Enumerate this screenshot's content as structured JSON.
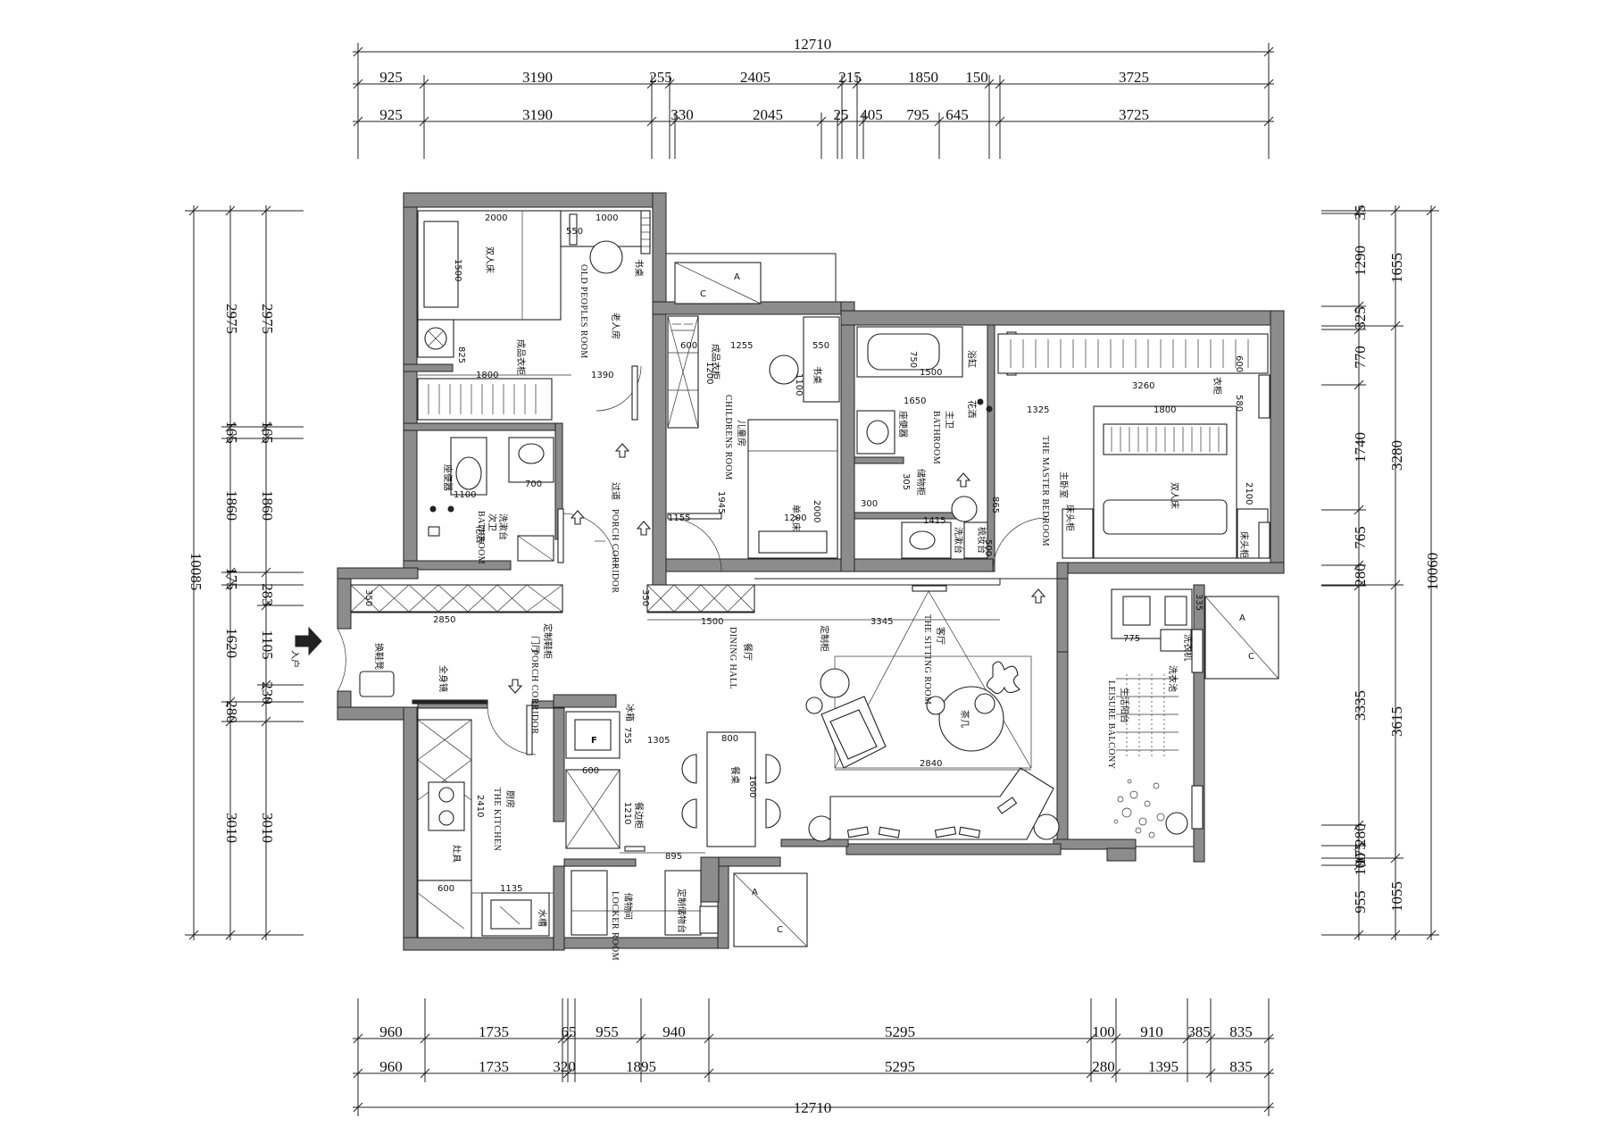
{
  "dimensions": {
    "top_total": "12710",
    "top_row1": [
      "925",
      "3190",
      "255",
      "2405",
      "215",
      "1850",
      "150",
      "3725"
    ],
    "top_row2": [
      "925",
      "3190",
      "330",
      "2045",
      "25",
      "405",
      "795",
      "645",
      "3725"
    ],
    "bottom_total": "12710",
    "bottom_row1": [
      "960",
      "1735",
      "65",
      "955",
      "940",
      "5295",
      "100",
      "910",
      "385",
      "835"
    ],
    "bottom_row2": [
      "960",
      "1735",
      "320",
      "1895",
      "5295",
      "280",
      "1395",
      "835"
    ],
    "left_total": "10085",
    "left_outer": [
      "2975",
      "165",
      "1860",
      "175",
      "1620",
      "280",
      "3010"
    ],
    "left_inner": [
      "2975",
      "165",
      "1860",
      "283",
      "1105",
      "230",
      "3010"
    ],
    "right_total": "10060",
    "right_outer": [
      "1655",
      "3280",
      "3615",
      "1055"
    ],
    "right_inner": [
      "35",
      "1290",
      "325",
      "770",
      "1740",
      "765",
      "280",
      "3335",
      "280",
      "175",
      "100",
      "955"
    ]
  },
  "rooms": {
    "old_peoples": {
      "cn": "老人房",
      "en": "OLD PEOPLES ROOM"
    },
    "childrens": {
      "cn": "儿童房",
      "en": "CHILDRENS ROOM"
    },
    "master_bath": {
      "cn": "主卫",
      "en": "BATHROOM"
    },
    "master_bed": {
      "cn": "主卧室",
      "en": "THE MASTER BEDROOM"
    },
    "second_bath": {
      "cn": "次卫",
      "en": "BATHROOM"
    },
    "porch_corridor": {
      "cn": "过道",
      "en": "PORCH CORRIDOR"
    },
    "entry_hall": {
      "cn": "门厅",
      "en": "PORCH CORRIDOR"
    },
    "dining": {
      "cn": "餐厅",
      "en": "DINING HALL"
    },
    "sitting": {
      "cn": "客厅",
      "en": "THE SITTING ROOM"
    },
    "balcony": {
      "cn": "生活阳台",
      "en": "LEISURE BALCONY"
    },
    "kitchen": {
      "cn": "厨房",
      "en": "THE KITCHEN"
    },
    "locker": {
      "cn": "储物间",
      "en": "LOCKER ROOM"
    }
  },
  "labels": {
    "entry": "入户",
    "double_bed": "双人床",
    "single_bed": "单人床",
    "desk": "书桌",
    "wardrobe": "成品衣柜",
    "wardrobe_short": "衣柜",
    "toilet": "座便器",
    "basin": "洗漱台",
    "shower": "花洒",
    "bathtub": "浴缸",
    "storage_cab": "储物柜",
    "bedside": "床头柜",
    "dresser": "梳妆台",
    "washer": "洗衣机",
    "laundry_sink": "洗衣池",
    "custom_cab": "定制柜",
    "shoe_cab": "换鞋凳",
    "full_mirror": "全身镜",
    "custom_shoe": "定制鞋柜",
    "fridge": "冰箱",
    "dining_table": "餐桌",
    "sideboard": "餐边柜",
    "coffee_table": "茶几",
    "stove": "灶具",
    "sink": "水槽",
    "storage_shelf": "定制储物台",
    "ac": "A",
    "ac2": "C",
    "fridge_mark": "F"
  },
  "inner_dims": {
    "d2000": "2000",
    "d1000": "1000",
    "d550": "550",
    "d1500": "1500",
    "d825": "825",
    "d1800": "1800",
    "d1390": "1390",
    "d700": "700",
    "d1100": "1100",
    "d600": "600",
    "d1255": "1255",
    "d1200": "1200",
    "d1945": "1945",
    "d1155": "1155",
    "d750": "750",
    "d1650": "1650",
    "d305": "305",
    "d300": "300",
    "d1415": "1415",
    "d865": "865",
    "d500": "500",
    "d1325": "1325",
    "d3260": "3260",
    "d580": "580",
    "d2100": "2100",
    "d2850": "2850",
    "d350": "350",
    "d3345": "3345",
    "d775": "775",
    "d335": "335",
    "d755": "755",
    "d1305": "1305",
    "d800": "800",
    "d1210": "1210",
    "d1600": "1600",
    "d2840": "2840",
    "d2410": "2410",
    "d1135": "1135",
    "d895": "895",
    "d1500b": "1500",
    "d600b": "600"
  }
}
